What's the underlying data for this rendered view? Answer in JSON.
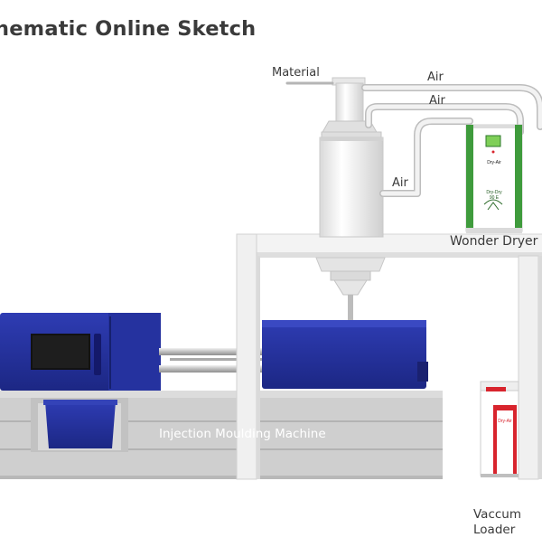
{
  "title": "hematic Online Sketch",
  "labels": {
    "material": "Material",
    "air_top": "Air",
    "air_middle": "Air",
    "air_lower": "Air",
    "dryer": "Wonder Dryer",
    "machine": "Injection Moulding Machine",
    "loader_line1": "Vaccum",
    "loader_line2": "Loader"
  },
  "dryer_panel": {
    "brand": "Dry-Air",
    "model_line1": "Dry-Dry",
    "model_line2": "90 E"
  },
  "loader_panel": {
    "brand": "Dry-Air"
  },
  "colors": {
    "machine_blue": "#23309e",
    "dryer_green": "#3f9b3c",
    "loader_red": "#d8242d",
    "base_gray": "#c9c9c9",
    "frame_white": "#f1f1f1"
  }
}
